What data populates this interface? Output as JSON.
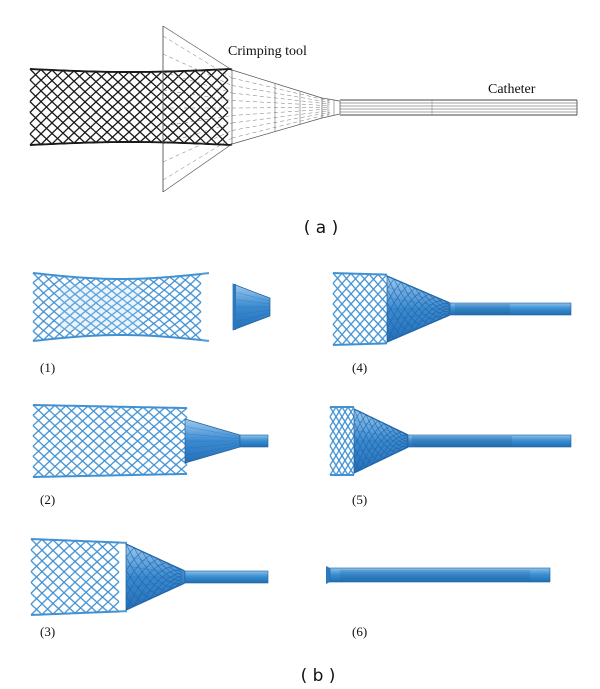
{
  "panel_a": {
    "tool_label": "Crimping tool",
    "catheter_label": "Catheter",
    "caption": "( a )"
  },
  "panel_b": {
    "caption": "( b )",
    "steps": [
      {
        "label": "(1)"
      },
      {
        "label": "(2)"
      },
      {
        "label": "(3)"
      },
      {
        "label": "(4)"
      },
      {
        "label": "(5)"
      },
      {
        "label": "(6)"
      }
    ]
  },
  "colors": {
    "stent_blue": "#3d8fd1",
    "stent_light": "#a9d4f2",
    "tube_blue": "#2f86cf",
    "tool_line": "#555555",
    "stent_dark": "#1a1a1a"
  }
}
